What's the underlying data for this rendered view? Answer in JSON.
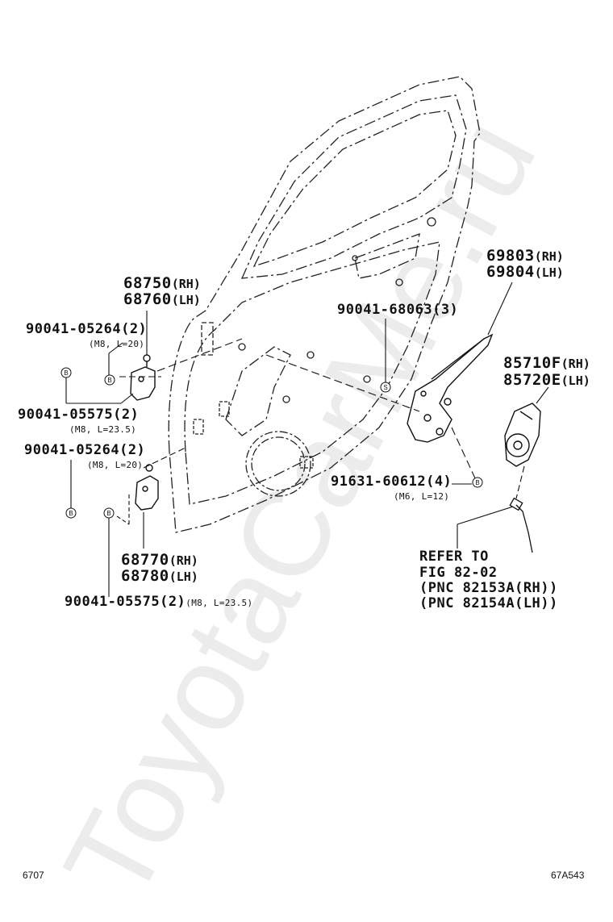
{
  "watermark": "ToyotaCarMe.ru",
  "parts": {
    "door_check_upper": {
      "rh": "68750",
      "rh_sfx": "(RH)",
      "lh": "68760",
      "lh_sfx": "(LH)"
    },
    "door_check_lower": {
      "rh": "68770",
      "rh_sfx": "(RH)",
      "lh": "68780",
      "lh_sfx": "(LH)"
    },
    "regulator": {
      "rh": "69803",
      "rh_sfx": "(RH)",
      "lh": "69804",
      "lh_sfx": "(LH)"
    },
    "motor": {
      "rh": "85710F",
      "rh_sfx": "(RH)",
      "lh": "85720E",
      "lh_sfx": "(LH)"
    }
  },
  "bolts": {
    "upper_a": {
      "code": "90041-05264(2)",
      "spec": "(M8, L=20)"
    },
    "upper_b": {
      "code": "90041-05575(2)",
      "spec": "(M8, L=23.5)"
    },
    "lower_a": {
      "code": "90041-05264(2)",
      "spec": "(M8, L=20)"
    },
    "lower_b": {
      "code": "90041-05575(2)",
      "spec": "(M8, L=23.5)"
    },
    "regulator_bolt": {
      "code": "90041-68063(3)"
    },
    "motor_bolt": {
      "code": "91631-60612(4)",
      "spec": "(M6, L=12)"
    }
  },
  "markers": {
    "b": "B",
    "s": "S"
  },
  "refer": {
    "line1": "REFER TO",
    "line2": "FIG 82-02",
    "line3": "(PNC 82153A(RH))",
    "line4": "(PNC 82154A(LH))"
  },
  "footer": {
    "page": "6707",
    "fig_id": "67A543"
  }
}
